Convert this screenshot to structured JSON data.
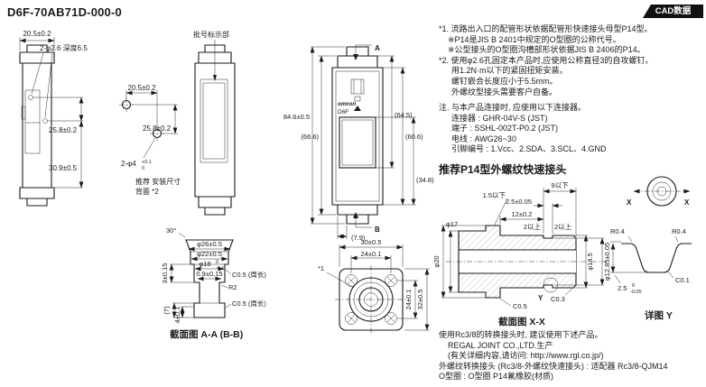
{
  "colors": {
    "ink": "#1a1a1a",
    "badge_bg": "#111111",
    "badge_text": "#ffffff",
    "bg": "#ffffff"
  },
  "header": {
    "title": "D6F-70AB71D-000-0",
    "badge": "CAD数据"
  },
  "front_view": {
    "dim_width": "20.5±0.2",
    "dim_holes": "2-φ2.6 深度6.5",
    "dim_pitch": "25.8±0.2",
    "dim_lower": "30.9±0.5"
  },
  "mount_view": {
    "dim_width": "20.5±0.2",
    "dim_pitch": "25.8±0.2",
    "dim_holes": "2-φ4",
    "tol_up": "+0.1",
    "tol_dn": "0",
    "caption1": "推荐 安装尺寸",
    "caption2": "背面 *2"
  },
  "side_view": {
    "batch_label": "批号标示部"
  },
  "main_view": {
    "brand": "omron",
    "model": "D6F",
    "marker_a": "A",
    "marker_b": "B",
    "dim_846": "84.6±0.5",
    "dim_666": "(66.6)",
    "dim_645": "(64.5)",
    "dim_606": "(60.6)",
    "dim_348": "(34.8)",
    "dim_79": "(7.9)"
  },
  "notes": {
    "line1": "*1. 流路出入口的配管形状依据配管形快速接头母型P14型。",
    "line2": "※P14是JIS B 2401中规定的O型圈的公称代号。",
    "line3": "※公型接头的O型圈沟槽部形状依据JIS B 2406的P14。",
    "line4": "*2. 使用φ2.6孔固定本产品时,应使用公称直径3的自攻螺钉。",
    "line5": "用1.2N·m以下的紧固扭矩安装。",
    "line6": "螺钉嵌合长度应小于5.5mm。",
    "line7": "外螺纹型接头需要客户自备。",
    "conn0": "注. 与本产品连接时, 应使用以下连接器。",
    "conn1": "连接器 : GHR-04V-S (JST)",
    "conn2": "端子 : SSHL-002T-P0.2 (JST)",
    "conn3": "电线 : AWG26~30",
    "conn4": "引脚编号 : 1.Vcc、2.SDA、3.SCL、4.GND",
    "heading": "推荐P14型外螺纹快速接头"
  },
  "section_aa": {
    "angle": "30°",
    "d26": "φ26±0.5",
    "d22": "φ22±0.5",
    "d18": "φ18",
    "d18_tol_up": "0",
    "d18_tol_dn": "-0.1",
    "d09": "0.9±0.15",
    "d3": "3±0.15",
    "r2": "R2",
    "c05_top": "C0.5 (周长)",
    "c05_bot": "C0.5 (周长)",
    "d7": "(7)",
    "d4": "4±0.1",
    "caption": "截面图 A-A (B-B)"
  },
  "bottom_view": {
    "dim_30": "30±0.5",
    "dim_24": "24±0.1",
    "dim_32": "32±0.5",
    "dim_24r": "24±0.1",
    "ref1": "*1"
  },
  "section_xx": {
    "d9": "9以下",
    "d15": "1.5以下",
    "d25": "2.5±0.05",
    "d2l": "2以上",
    "d2r": "2以上",
    "d12": "12±0.2",
    "d20": "φ20",
    "d17": "φ17",
    "d145": "φ14.5",
    "d1285": "φ12.85±0.05",
    "c03": "C0.3",
    "c05": "C0.5",
    "x1": "X",
    "x2": "X",
    "y": "Y",
    "caption": "截面图 X-X"
  },
  "detail_y": {
    "r04l": "R0.4",
    "r04r": "R0.4",
    "c01": "C0.1",
    "d25": "2.5",
    "tol_up": "0",
    "tol_dn": "-0.05",
    "caption": "详图 Y"
  },
  "footer": {
    "line1": "使用Rc3/8的转换接头时, 建议使用下述产品。",
    "line2": "REGAL JOINT CO.,LTD.生产",
    "line3": "(有关详细内容,请访问: http://www.rgl.co.jp/)",
    "line4": "外螺纹转换接头 (Rc3/8-外螺纹快速接头) : 适配器 Rc3/8-QJM14",
    "line5": "O型圈 : O型圈 P14氟橡胶(材质)"
  }
}
